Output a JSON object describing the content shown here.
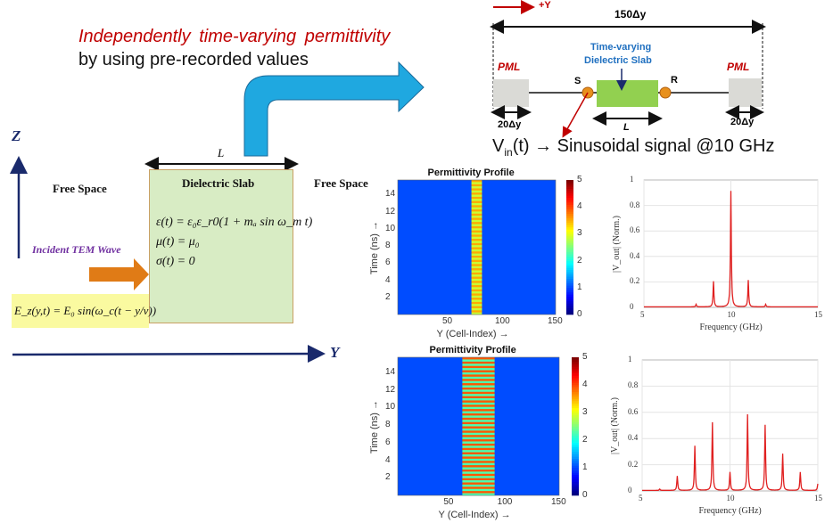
{
  "header": {
    "line1": "Independently  time-varying  permittivity",
    "line2": "by using pre-recorded values"
  },
  "left_diagram": {
    "z_axis": "Z",
    "y_axis": "Y",
    "length_label": "L",
    "free_space_left": "Free Space",
    "free_space_right": "Free Space",
    "slab_title": "Dielectric Slab",
    "eq_eps": "ε(t) = ε₀ε_r0(1 + mₐ sin ω_m t)",
    "eq_mu": "μ(t) = μ₀",
    "eq_sigma": "σ(t) = 0",
    "incident": "Incident TEM Wave",
    "eq_field": "E_z(y,t) = E₀ sin(ω_c(t − y/v))",
    "colors": {
      "slab": "#d8ecc4",
      "arrow": "#e07b16",
      "field_box": "#fafaa0",
      "blue_arrow": "#1fa8e0"
    }
  },
  "schematic": {
    "direction": "+Y",
    "domain_length": "150Δy",
    "pml_left": "PML",
    "pml_right": "PML",
    "slab_label_1": "Time-varying",
    "slab_label_2": "Dielectric Slab",
    "source": "S",
    "receiver": "R",
    "pml_width_left": "20Δy",
    "pml_width_right": "20Δy",
    "slab_length": "L",
    "signal_prefix": "V",
    "signal_sub": "in",
    "signal_rest": "(t) → Sinusoidal signal @10 GHz"
  },
  "chart_data": [
    {
      "type": "heatmap",
      "title": "Permittivity Profile",
      "xlabel": "Y (Cell-Index) →",
      "ylabel": "Time (ns) →",
      "xlim": [
        0,
        150
      ],
      "ylim": [
        0,
        15.7
      ],
      "xticks": [
        50,
        100,
        150
      ],
      "yticks": [
        2,
        4,
        6,
        8,
        10,
        12,
        14
      ],
      "colorbar": {
        "range": [
          0,
          5
        ],
        "ticks": [
          0,
          1,
          2,
          3,
          4,
          5
        ]
      },
      "background_value": 1,
      "slab_range": [
        70,
        80
      ],
      "value_range": [
        2.6,
        3.8
      ],
      "stripes": 32
    },
    {
      "type": "line",
      "xlabel": "Frequency (GHz)",
      "ylabel": "|V_out| (Norm.)",
      "xlim": [
        5,
        15
      ],
      "ylim": [
        0,
        1
      ],
      "xticks": [
        5,
        10,
        15
      ],
      "yticks": [
        0,
        0.2,
        0.4,
        0.6,
        0.8,
        1
      ],
      "series": [
        {
          "name": "|Vout|",
          "color": "#e02020",
          "peaks": [
            [
              8,
              0.02
            ],
            [
              9,
              0.2
            ],
            [
              10,
              0.91
            ],
            [
              11,
              0.21
            ],
            [
              12,
              0.02
            ]
          ]
        }
      ]
    },
    {
      "type": "heatmap",
      "title": "Permittivity Profile",
      "xlabel": "Y (Cell-Index) →",
      "ylabel": "Time (ns) →",
      "xlim": [
        0,
        150
      ],
      "ylim": [
        0,
        15.7
      ],
      "xticks": [
        50,
        100,
        150
      ],
      "yticks": [
        2,
        4,
        6,
        8,
        10,
        12,
        14
      ],
      "colorbar": {
        "range": [
          0,
          5
        ],
        "ticks": [
          0,
          1,
          2,
          3,
          4,
          5
        ]
      },
      "background_value": 1,
      "slab_range": [
        60,
        90
      ],
      "value_range": [
        1.6,
        4.6
      ],
      "stripes": 32
    },
    {
      "type": "line",
      "xlabel": "Frequency (GHz)",
      "ylabel": "|V_out| (Norm.)",
      "xlim": [
        5,
        15
      ],
      "ylim": [
        0,
        1
      ],
      "xticks": [
        5,
        10,
        15
      ],
      "yticks": [
        0,
        0.2,
        0.4,
        0.6,
        0.8,
        1
      ],
      "series": [
        {
          "name": "|Vout|",
          "color": "#e02020",
          "peaks": [
            [
              6,
              0.01
            ],
            [
              7,
              0.11
            ],
            [
              8,
              0.34
            ],
            [
              9,
              0.52
            ],
            [
              10,
              0.14
            ],
            [
              11,
              0.58
            ],
            [
              12,
              0.5
            ],
            [
              13,
              0.28
            ],
            [
              14,
              0.14
            ],
            [
              15,
              0.05
            ]
          ]
        }
      ]
    }
  ]
}
